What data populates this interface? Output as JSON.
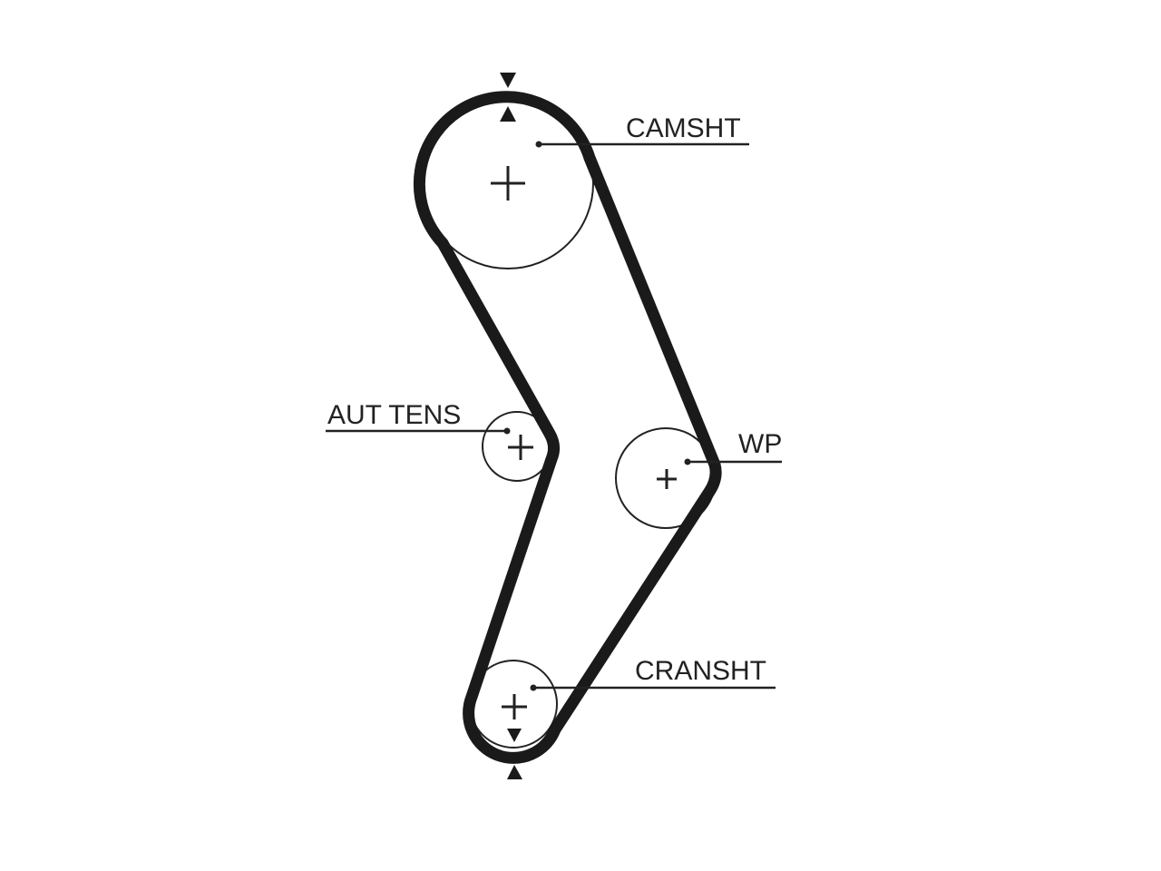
{
  "diagram": {
    "components": [
      {
        "id": "camshaft",
        "label": "CAMSHT"
      },
      {
        "id": "water_pump",
        "label": "WP"
      },
      {
        "id": "crankshaft",
        "label": "CRANSHT"
      },
      {
        "id": "auto_tensioner",
        "label": "AUT TENS"
      }
    ],
    "belt_color": "#1a1a1a",
    "line_color": "#222222",
    "timing_marks": [
      "camshaft",
      "crankshaft"
    ]
  }
}
